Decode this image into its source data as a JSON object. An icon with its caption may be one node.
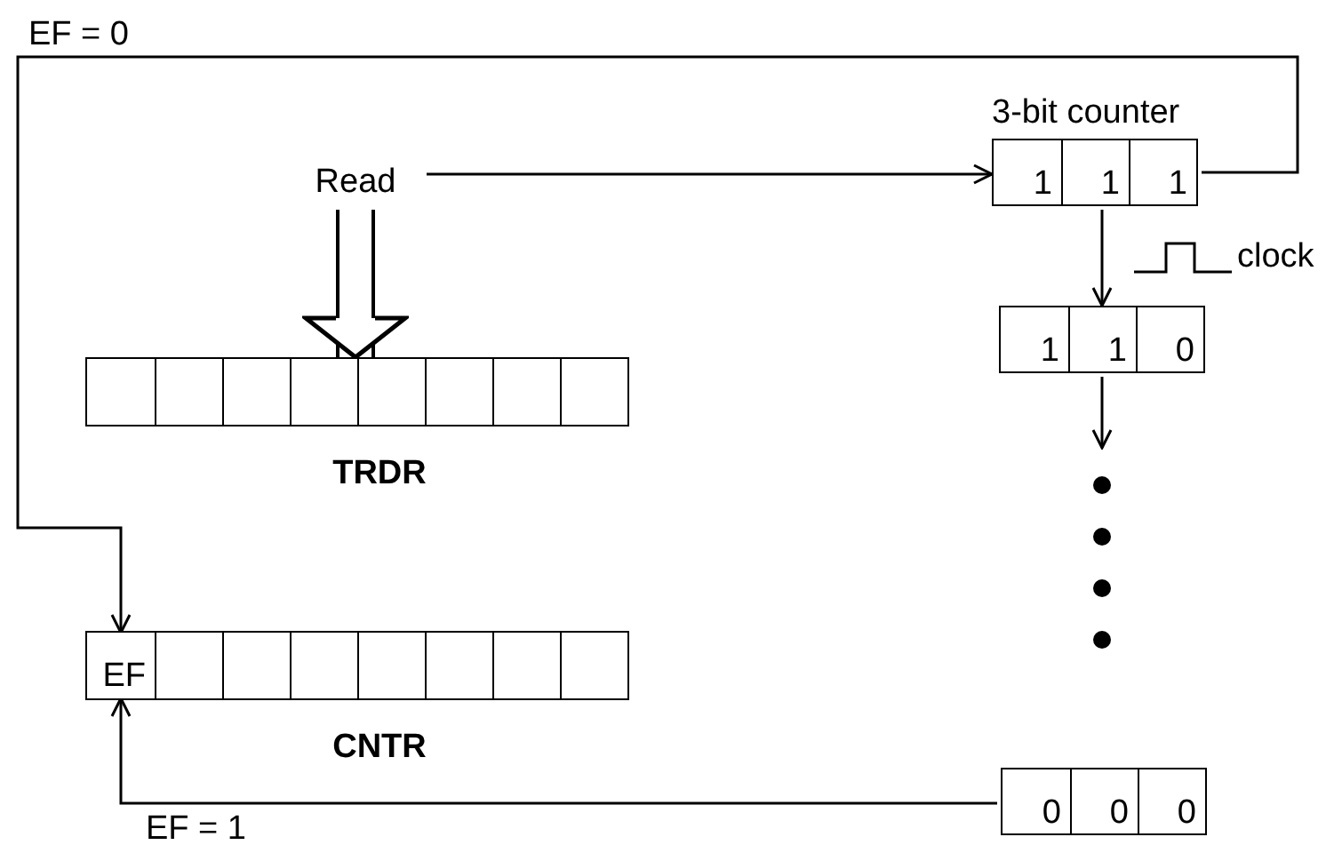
{
  "diagram": {
    "nodes": [
      {
        "text": [
          "Read"
        ]
      },
      {
        "text": [
          "3-bit counter"
        ]
      },
      {
        "text": [
          "1"
        ],
        "in": 1
      },
      {
        "text": [
          "1"
        ],
        "in": 1
      },
      {
        "text": [
          "1"
        ],
        "in": 1
      },
      {
        "text": [],
        "shape": "box"
      },
      {
        "text": [
          "1"
        ],
        "in": 5
      },
      {
        "text": [
          "1"
        ],
        "in": 5
      },
      {
        "text": [
          "0"
        ],
        "in": 5
      },
      {
        "text": [
          "TRDR"
        ]
      },
      {
        "text": [
          "CNTR"
        ]
      },
      {
        "text": [
          "EF"
        ],
        "in": 10
      },
      {
        "text": [],
        "shape": "box"
      },
      {
        "text": [
          "0"
        ],
        "in": 12
      },
      {
        "text": [
          "0"
        ],
        "in": 12
      },
      {
        "text": [
          "0"
        ],
        "in": 12
      }
    ],
    "edges": [
      {
        "from": 0,
        "to": 1,
        "arrow": "to"
      },
      {
        "from": 0,
        "to": 9,
        "arrow": "to",
        "style": "thick"
      },
      {
        "from": 1,
        "to": 11,
        "arrow": "to",
        "label": "EF = 0"
      },
      {
        "from": 1,
        "to": 5,
        "arrow": "to"
      },
      {
        "from": 5,
        "to": null,
        "arrow": "to"
      },
      {
        "from": 12,
        "to": 11,
        "arrow": "to",
        "label": "EF = 1"
      }
    ],
    "labels": [
      "clock"
    ]
  }
}
